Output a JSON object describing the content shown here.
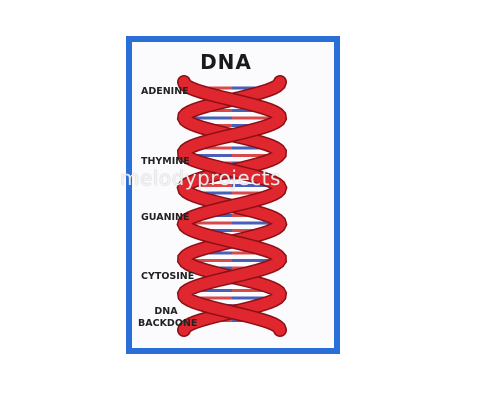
{
  "title": "DNA",
  "labels": {
    "adenine": "ADENINE",
    "thymine": "THYMINE",
    "guanine": "GUANINE",
    "cytosine": "CYTOSINE",
    "backbone": "DNA BACKDONE"
  },
  "watermark": "melodyprojects",
  "colors": {
    "frame": "#2a6fd8",
    "backbone": "#e0262e",
    "base_blue": "#4a5fb8",
    "base_red": "#d84a4a"
  }
}
